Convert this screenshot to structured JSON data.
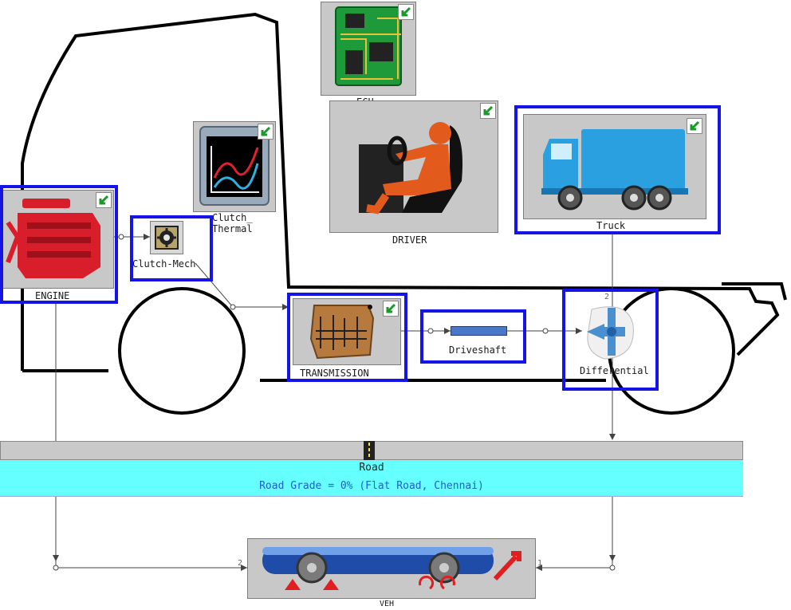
{
  "blocks": {
    "ecu": {
      "label": "ECU"
    },
    "clutch_thermal": {
      "label_line1": "Clutch_",
      "label_line2": "Thermal"
    },
    "driver": {
      "label": "DRIVER"
    },
    "truck": {
      "label": "Truck"
    },
    "engine": {
      "label": "ENGINE"
    },
    "clutch_mech": {
      "label": "Clutch-Mech"
    },
    "transmission": {
      "label": "TRANSMISSION"
    },
    "driveshaft": {
      "label": "Driveshaft"
    },
    "differential": {
      "label": "Differential",
      "port_top": "2"
    },
    "vehicle": {
      "label": "VEH",
      "port_left": "2",
      "port_right": "1"
    }
  },
  "road": {
    "label": "Road",
    "grade_text": "Road Grade = 0% (Flat Road, Chennai)"
  },
  "colors": {
    "selection": "#1414e6",
    "road_band": "#66ffff",
    "grade_text": "#1f5fd0",
    "engine": "#d81e2a",
    "truck": "#2aa0e0",
    "driver": "#e25a1c"
  }
}
